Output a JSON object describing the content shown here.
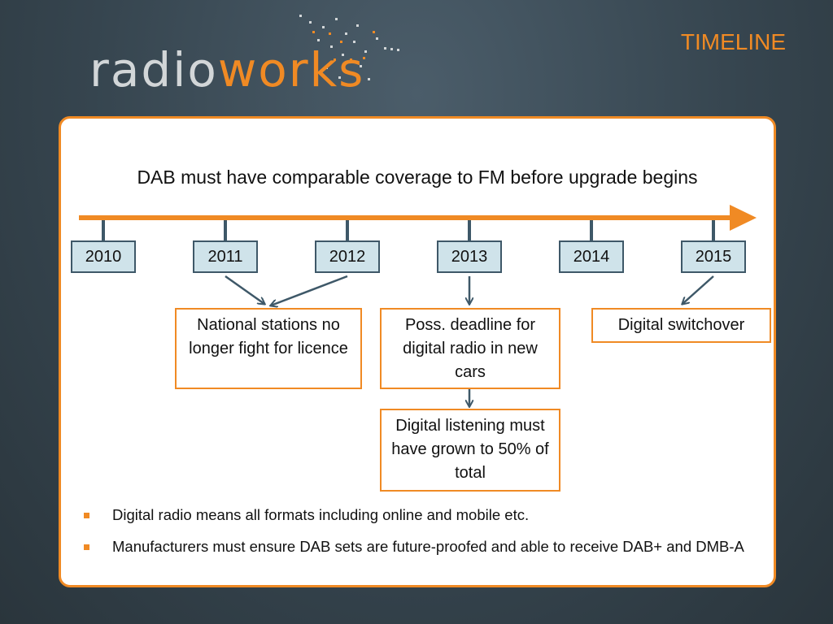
{
  "logo": {
    "part1": "radio",
    "part2": "works",
    "accent": "#f08a24",
    "base": "#d2d6d8"
  },
  "header": {
    "title": "TIMELINE"
  },
  "heading": "DAB must have comparable coverage to FM before upgrade begins",
  "years": [
    "2010",
    "2011",
    "2012",
    "2013",
    "2014",
    "2015"
  ],
  "events": {
    "national": "National stations no longer fight for licence",
    "cars": "Poss. deadline for digital radio in new cars",
    "listening": "Digital listening must have grown to 50% of total",
    "switchover": "Digital switchover"
  },
  "bullets": [
    "Digital radio means all formats including online and mobile etc.",
    "Manufacturers must ensure DAB sets are future-proofed and able to receive DAB+ and DMB-A"
  ],
  "colors": {
    "accent": "#f08a24",
    "connector": "#3e5868",
    "year_fill": "#cfe3ea"
  }
}
